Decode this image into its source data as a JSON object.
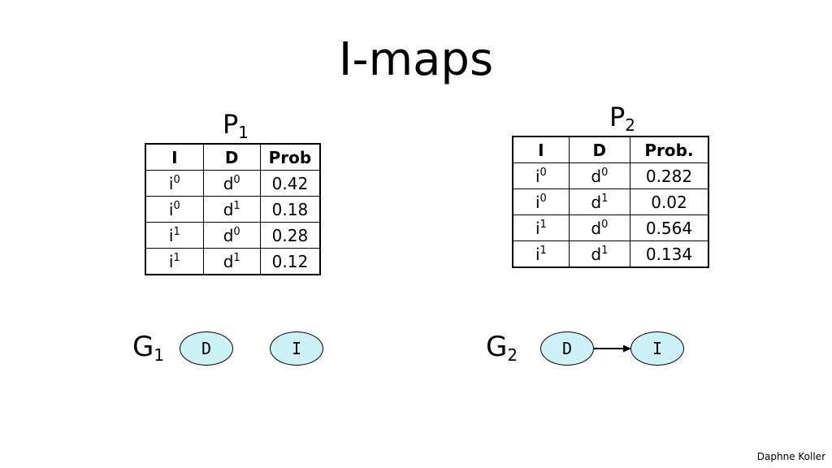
{
  "title": "I-maps",
  "distributions": [
    {
      "label": "P",
      "subscript": "1",
      "headers": [
        "I",
        "D",
        "Prob"
      ],
      "rows": [
        {
          "i": "i",
          "i_sup": "0",
          "d": "d",
          "d_sup": "0",
          "prob": "0.42"
        },
        {
          "i": "i",
          "i_sup": "0",
          "d": "d",
          "d_sup": "1",
          "prob": "0.18"
        },
        {
          "i": "i",
          "i_sup": "1",
          "d": "d",
          "d_sup": "0",
          "prob": "0.28"
        },
        {
          "i": "i",
          "i_sup": "1",
          "d": "d",
          "d_sup": "1",
          "prob": "0.12"
        }
      ]
    },
    {
      "label": "P",
      "subscript": "2",
      "headers": [
        "I",
        "D",
        "Prob."
      ],
      "rows": [
        {
          "i": "i",
          "i_sup": "0",
          "d": "d",
          "d_sup": "0",
          "prob": "0.282"
        },
        {
          "i": "i",
          "i_sup": "0",
          "d": "d",
          "d_sup": "1",
          "prob": "0.02"
        },
        {
          "i": "i",
          "i_sup": "1",
          "d": "d",
          "d_sup": "0",
          "prob": "0.564"
        },
        {
          "i": "i",
          "i_sup": "1",
          "d": "d",
          "d_sup": "1",
          "prob": "0.134"
        }
      ]
    }
  ],
  "graphs": [
    {
      "label": "G",
      "subscript": "1",
      "nodes": [
        "D",
        "I"
      ]
    },
    {
      "label": "G",
      "subscript": "2",
      "nodes": [
        "D",
        "I"
      ]
    }
  ],
  "node_fill_color": "#ccf2f7",
  "credit": "Daphne Koller"
}
